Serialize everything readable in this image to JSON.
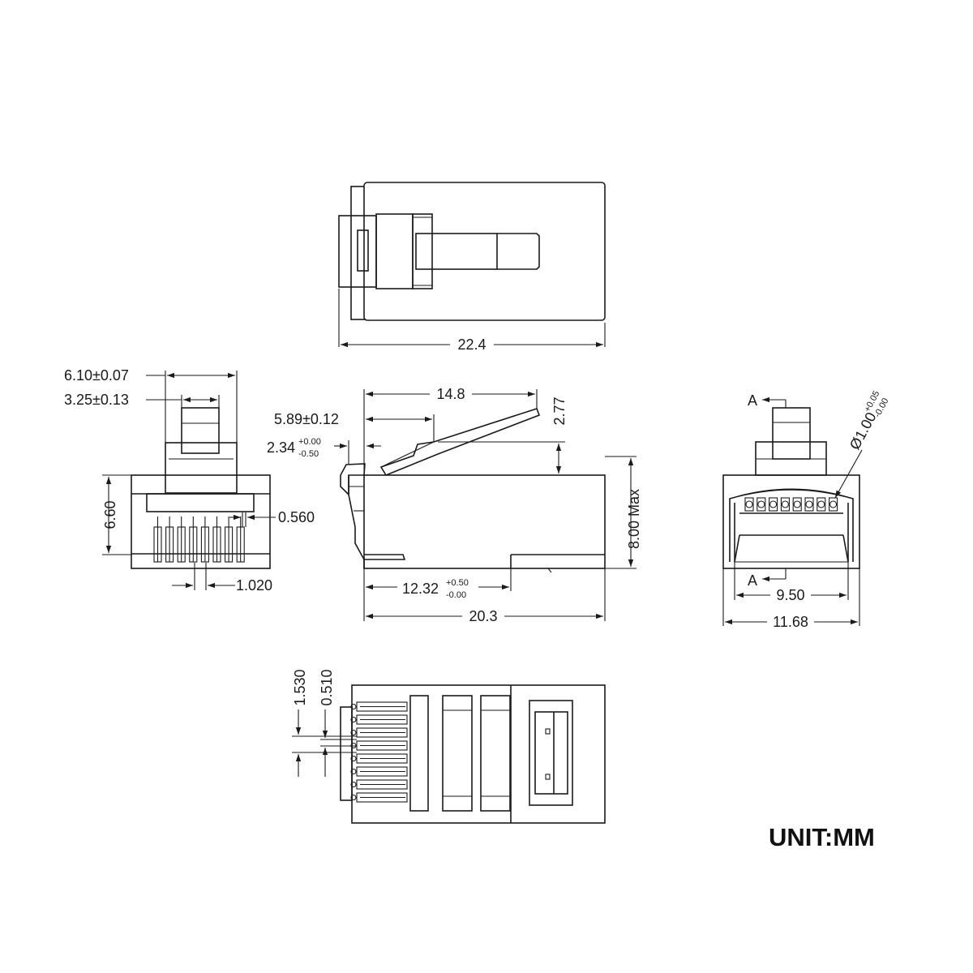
{
  "unit_label": "UNIT:MM",
  "top_view": {
    "length": "22.4"
  },
  "front_view": {
    "width_outer": "6.10±0.07",
    "width_inner": "3.25±0.13",
    "height": "6.60",
    "pin_width": "0.560",
    "pin_pitch": "1.020"
  },
  "side_view": {
    "latch_length": "14.8",
    "latch_offset": "5.89±0.12",
    "latch_thickness_base": "2.34",
    "latch_thickness_tol_upper": "+0.00",
    "latch_thickness_tol_lower": "-0.50",
    "latch_height": "2.77",
    "body_height": "8.00 Max",
    "contact_length_base": "12.32",
    "contact_length_tol_upper": "+0.50",
    "contact_length_tol_lower": "-0.00",
    "total_length": "20.3"
  },
  "end_view": {
    "section_label_top": "A",
    "section_label_bottom": "A",
    "diameter_base": "Ø1.00",
    "diameter_tol_upper": "+0.05",
    "diameter_tol_lower": "-0.00",
    "inner_width": "9.50",
    "outer_width": "11.68"
  },
  "bottom_view": {
    "contact_pitch": "1.530",
    "contact_gap": "0.510"
  }
}
